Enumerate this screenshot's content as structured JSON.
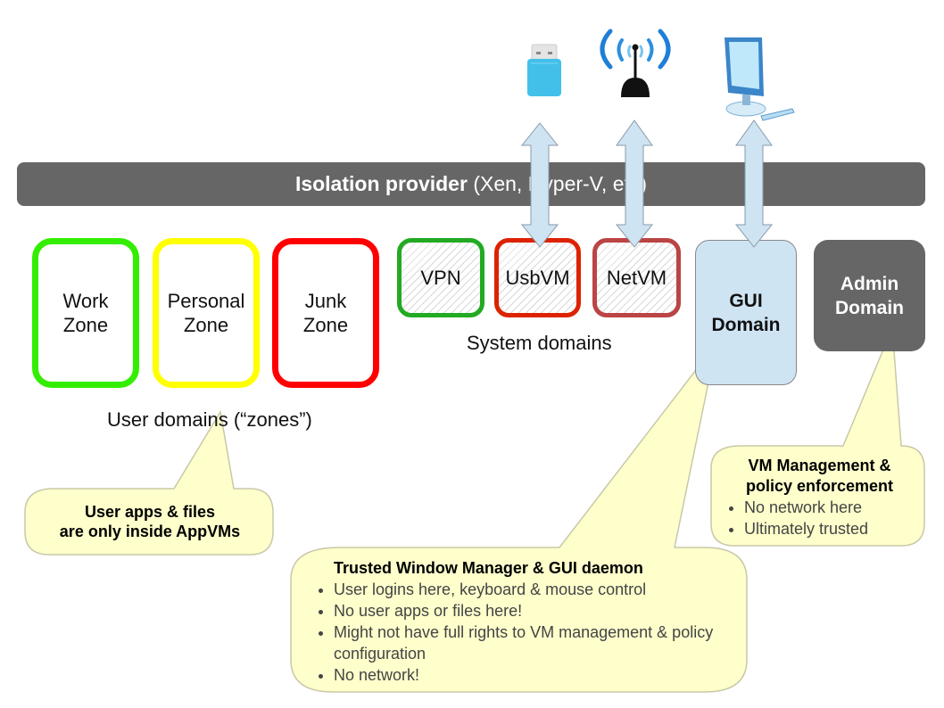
{
  "isolation_bar": {
    "title": "Isolation provider",
    "subtitle": "(Xen, Hyper-V, etc)"
  },
  "devices": [
    {
      "icon": "usb-stick-icon"
    },
    {
      "icon": "wireless-antenna-icon"
    },
    {
      "icon": "desktop-computer-icon"
    }
  ],
  "user_zones": [
    {
      "label": "Work\nZone",
      "color": "#33ee00"
    },
    {
      "label": "Personal\nZone",
      "color": "#ffff00"
    },
    {
      "label": "Junk\nZone",
      "color": "#ff0000"
    }
  ],
  "user_caption": "User domains (“zones”)",
  "system_domains": [
    {
      "label": "VPN",
      "color": "#22aa22"
    },
    {
      "label": "UsbVM",
      "color": "#dd2200"
    },
    {
      "label": "NetVM",
      "color": "#bb4444"
    }
  ],
  "system_caption": "System domains",
  "gui_domain": {
    "label": "GUI\nDomain",
    "color": "#cfe4f3"
  },
  "admin_domain": {
    "label": "Admin\nDomain",
    "color": "#666666"
  },
  "callouts": {
    "user": {
      "title_line1": "User apps & files",
      "title_line2": "are only inside AppVMs"
    },
    "gui": {
      "title": "Trusted Window Manager & GUI daemon",
      "items": [
        "User logins here, keyboard & mouse control",
        "No user apps or files here!",
        "Might not have full rights to VM management & policy configuration",
        "No network!"
      ]
    },
    "admin": {
      "title_line1": "VM Management &",
      "title_line2": "policy enforcement",
      "items": [
        "No network here",
        "Ultimately trusted"
      ]
    }
  },
  "colors": {
    "callout_fill": "#ffffcc",
    "arrow_fill": "#cfe4f3",
    "bar": "#666666"
  }
}
